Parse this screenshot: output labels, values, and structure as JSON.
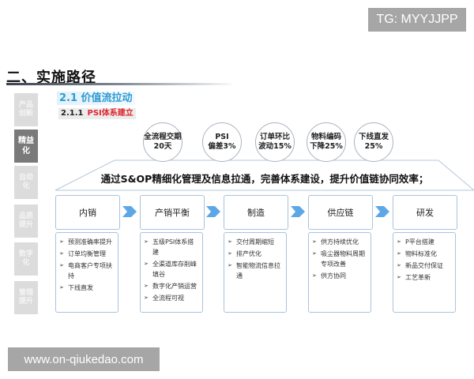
{
  "watermarks": {
    "top_right": "TG: MYYJJPP",
    "bottom_left": "www.on-qiukedao.com"
  },
  "header": {
    "title": "二、实施路径"
  },
  "sidebar": {
    "items": [
      {
        "label": "产品创新",
        "active": false
      },
      {
        "label": "精益化",
        "active": true
      },
      {
        "label": "自动化",
        "active": false
      },
      {
        "label": "品质提升",
        "active": false
      },
      {
        "label": "数字化",
        "active": false
      },
      {
        "label": "管理提升",
        "active": false
      }
    ]
  },
  "section": {
    "title": "2.1 价值流拉动",
    "subsection_number": "2.1.1",
    "subsection_title": "PSI体系建立"
  },
  "kpis": [
    {
      "line1": "全流程交期",
      "line2": "20天"
    },
    {
      "line1": "PSI",
      "line2": "偏差3%"
    },
    {
      "line1": "订单环比",
      "line2": "波动15%"
    },
    {
      "line1": "物料编码",
      "line2": "下降25%"
    },
    {
      "line1": "下线直发",
      "line2": "25%"
    }
  ],
  "banner": {
    "text": "通过S&OP精细化管理及信息拉通，完善体系建设，提升价值链协同效率；"
  },
  "stages": [
    {
      "title": "内销",
      "items": [
        "预测准确率提升",
        "订单均衡管理",
        "电商客户专项扶持",
        "下线直发"
      ]
    },
    {
      "title": "产销平衡",
      "items": [
        "五级PSI体系搭建",
        "全渠道库存削峰填谷",
        "数字化产销运营",
        "全流程可视"
      ]
    },
    {
      "title": "制造",
      "items": [
        "交付周期缩短",
        "排产优化",
        "智能物流信息拉通"
      ]
    },
    {
      "title": "供应链",
      "items": [
        "供方持续优化",
        "吸尘器物料周期专项改善",
        "供方协同"
      ]
    },
    {
      "title": "研发",
      "items": [
        "P平台搭建",
        "物料标准化",
        "新品交付保证",
        "工艺革新"
      ]
    }
  ],
  "colors": {
    "accent_blue": "#2f9ad4",
    "accent_red": "#e0262d",
    "arrow_blue": "#5ea7e6",
    "border_blue": "#a9c3dc",
    "sidebar_active": "#7a7a7a",
    "sidebar_inactive": "#dcdcdc"
  }
}
